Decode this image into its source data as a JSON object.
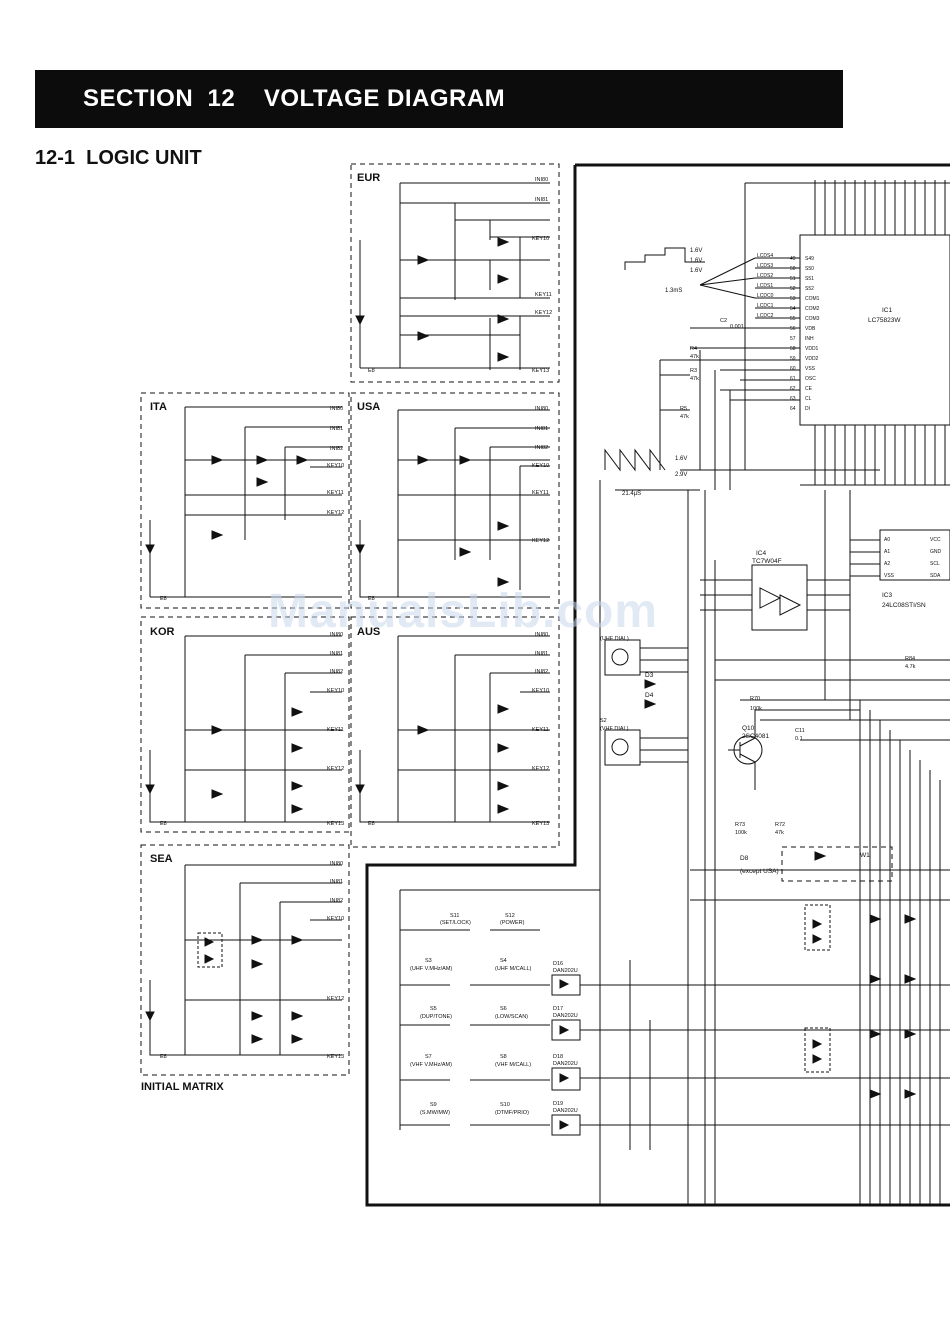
{
  "header": {
    "title": "SECTION  12    VOLTAGE DIAGRAM",
    "bar_color": "#0c0c0c"
  },
  "subheading": "12-1  LOGIC UNIT",
  "watermark": "ManualsLib.com",
  "matrix_caption": "INITIAL MATRIX",
  "regions": {
    "eur": "EUR",
    "ita": "ITA",
    "usa": "USA",
    "kor": "KOR",
    "aus": "AUS",
    "sea": "SEA"
  },
  "lines": {
    "ini0": "INI80",
    "ini1": "INI81",
    "ini2": "INI82",
    "key10": "KEY10",
    "key11": "KEY11",
    "key12": "KEY12",
    "key13": "KEY13",
    "e8": "E8"
  },
  "components": {
    "ic1_ref": "IC1",
    "ic1_part": "LC75823W",
    "ic4_ref": "IC4",
    "ic4_part": "TC7W04F",
    "ic3_ref": "IC3",
    "ic3_part": "24LC08STI/SN",
    "q10_ref": "Q10",
    "q10_part": "2SC4081",
    "d3": "D3",
    "d4": "D4",
    "d8": "D8",
    "d8_note": "(except USA)",
    "w1": "W1"
  },
  "switches": {
    "s11": "S11",
    "s11_label": "(SET/LOCK)",
    "s12": "S12",
    "s12_label": "(POWER)",
    "s3": "S3",
    "s3_label": "(UHF V.MHz/AM)",
    "s4": "S4",
    "s4_label": "(UHF M/CALL)",
    "s5": "S5",
    "s5_label": "(DUP/TONE)",
    "s6": "S6",
    "s6_label": "(LOW/SCAN)",
    "s7": "S7",
    "s7_label": "(VHF V.MHz/AM)",
    "s8": "S8",
    "s8_label": "(VHF M/CALL)",
    "s9": "S9",
    "s9_label": "(S.MW/MW)",
    "s10": "S10",
    "s10_label": "(DTMF/PRIO)",
    "s1_label": "(UHF DIAL)",
    "s2": "S2",
    "s2_label": "(VHF DIAL)"
  },
  "diode_parts": {
    "d16": "D16",
    "d17": "D17",
    "d18": "D18",
    "d19": "D19",
    "dap": "DAN202U"
  },
  "voltages": {
    "v1": "1.6V",
    "v2": "1.6V",
    "v3": "1.6V",
    "v4": "1.6V",
    "v5": "2.9V",
    "t1": "1.3mS",
    "t2": "21.4µS"
  },
  "lcd_pins_left": [
    "LCDS4",
    "LCDS3",
    "LCDS2",
    "LCDS1",
    "LCDC0",
    "LCDC1",
    "LCDC2"
  ],
  "ic1_pins_left": [
    "S49",
    "S50",
    "S51",
    "S52",
    "COM1",
    "COM2",
    "COM3",
    "VDB",
    "INH",
    "VDD1",
    "VDD2",
    "VSS",
    "OSC",
    "CE",
    "CL",
    "DI"
  ],
  "ic1_pin_nums_left": [
    "49",
    "50",
    "51",
    "52",
    "53",
    "54",
    "55",
    "56",
    "57",
    "58",
    "59",
    "60",
    "61",
    "62",
    "63",
    "64"
  ],
  "ic3_pins": [
    "A0",
    "A1",
    "A2",
    "VSS",
    "VCC",
    "GND",
    "SCL",
    "SDA"
  ],
  "resistors": {
    "r4": "R4",
    "r4v": "47k",
    "r3": "R3",
    "r3v": "47k",
    "r5": "R5",
    "r5v": "47k",
    "c2": "C2",
    "c2v": "0.001",
    "r70": "R70",
    "r70v": "100k",
    "r73": "R73",
    "r73v": "100k",
    "r72": "R72",
    "r72v": "47k",
    "r84": "R84",
    "r84v": "4.7k",
    "c11": "C11",
    "c11v": "0.1"
  }
}
